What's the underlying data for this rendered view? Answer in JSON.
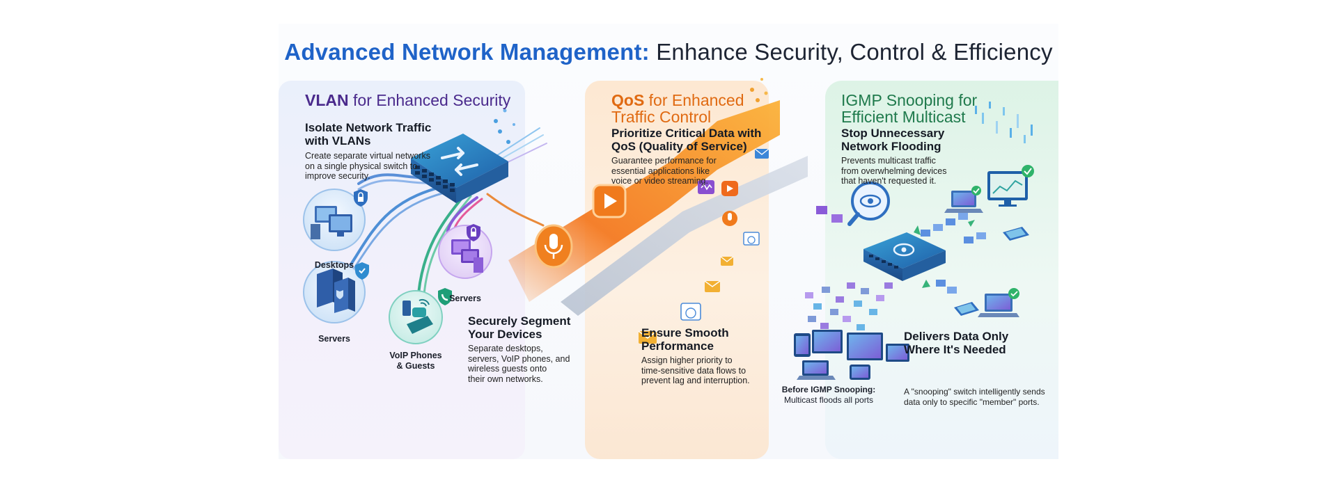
{
  "title": {
    "accent": "Advanced Network Management:",
    "rest": "Enhance Security, Control & Efficiency"
  },
  "colors": {
    "blue": "#1f63c8",
    "purple": "#4a2a8c",
    "orange": "#e06a12",
    "green": "#1f7a4c"
  },
  "vlan": {
    "heading_strong": "VLAN",
    "heading_rest": "for Enhanced Security",
    "sub1_title": "Isolate Network Traffic\nwith VLANs",
    "sub1_text": "Create separate virtual networks\non a single physical switch to\nimprove security.",
    "devices": {
      "desktops": "Desktops",
      "servers_left": "Servers",
      "voip": "VoIP Phones\n& Guests",
      "servers_right": "Servers"
    },
    "sub2_title": "Securely Segment\nYour Devices",
    "sub2_text": "Separate desktops,\nservers, VoIP phones, and\nwireless guests onto\ntheir own networks."
  },
  "qos": {
    "heading_strong": "QoS",
    "heading_rest": "for Enhanced\nTraffic Control",
    "sub1_title": "Prioritize Critical Data with\nQoS (Quality of Service)",
    "sub1_text": "Guarantee performance for\nessential applications like\nvoice or video streaming.",
    "sub2_title": "Ensure Smooth\nPerformance",
    "sub2_text": "Assign higher priority to\ntime-sensitive data flows to\nprevent lag and interruption."
  },
  "igmp": {
    "heading": "IGMP Snooping for\nEfficient Multicast",
    "sub1_title": "Stop Unnecessary\nNetwork Flooding",
    "sub1_text": "Prevents multicast traffic\nfrom overwhelming devices\nthat haven't requested it.",
    "before_title": "Before IGMP Snooping:",
    "before_text": "Multicast floods all ports",
    "sub2_title": "Delivers Data Only\nWhere It's Needed",
    "sub2_text": "A \"snooping\" switch intelligently sends\ndata only to specific \"member\" ports."
  },
  "icons": [
    "switch-icon",
    "desktops-icon",
    "servers-icon",
    "voip-phone-icon",
    "shield-lock-icon",
    "microphone-icon",
    "video-play-icon",
    "email-icon",
    "web-icon",
    "eye-icon",
    "laptop-icon",
    "monitor-icon",
    "tablet-icon",
    "check-icon"
  ]
}
